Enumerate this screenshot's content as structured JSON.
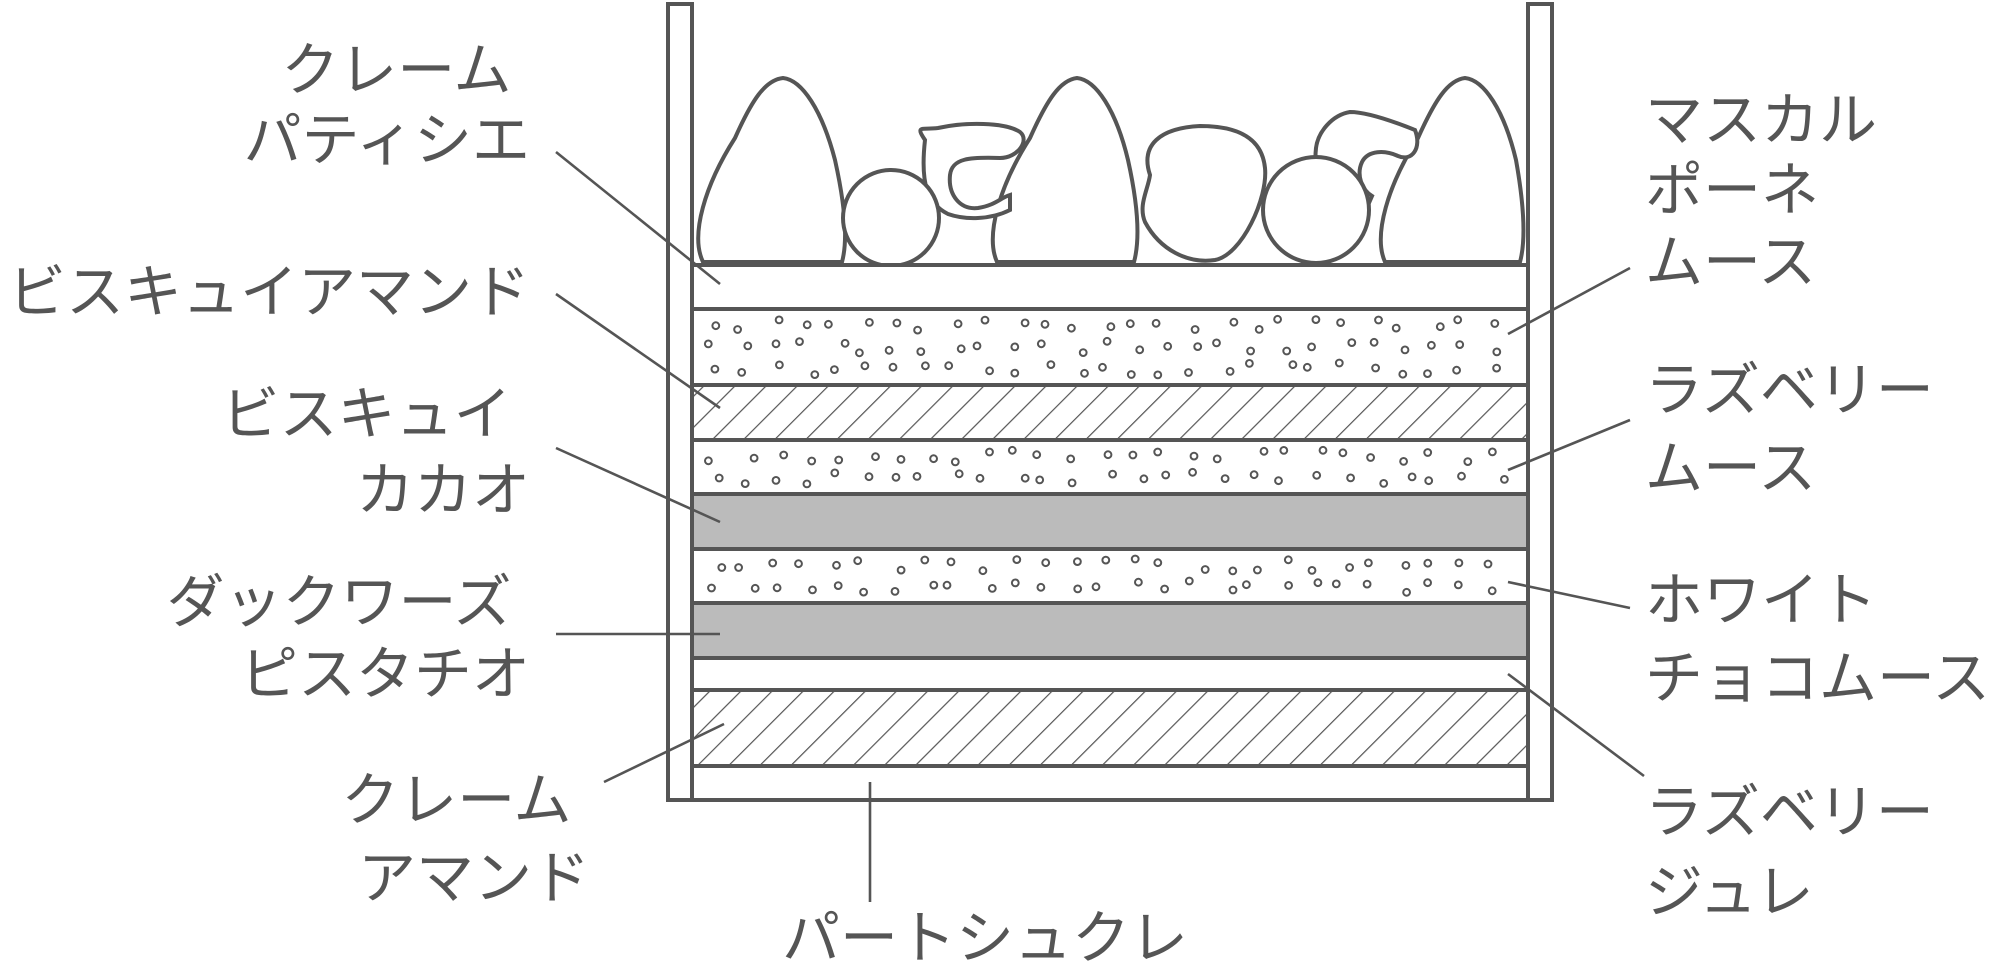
{
  "labels": {
    "creme_patissiere": [
      "クレーム",
      "パティシエ"
    ],
    "biscuit_amande": [
      "ビスキュイアマンド"
    ],
    "biscuit_cacao": [
      "ビスキュイ",
      "カカオ"
    ],
    "dacquoise_pistache": [
      "ダックワーズ",
      "ピスタチオ"
    ],
    "creme_amande": [
      "クレーム",
      "アマンド"
    ],
    "pate_sucree": [
      "パートシュクレ"
    ],
    "mascarpone_mousse": [
      "マスカル",
      "ポーネ",
      "ムース"
    ],
    "raspberry_mousse": [
      "ラズベリー",
      "ムース"
    ],
    "white_choco_mousse": [
      "ホワイト",
      "チョコムース"
    ],
    "raspberry_gelee": [
      "ラズベリー",
      "ジュレ"
    ]
  },
  "colors": {
    "ink": "#555555",
    "gray_layer": "#bbbbbb",
    "background": "#ffffff"
  }
}
